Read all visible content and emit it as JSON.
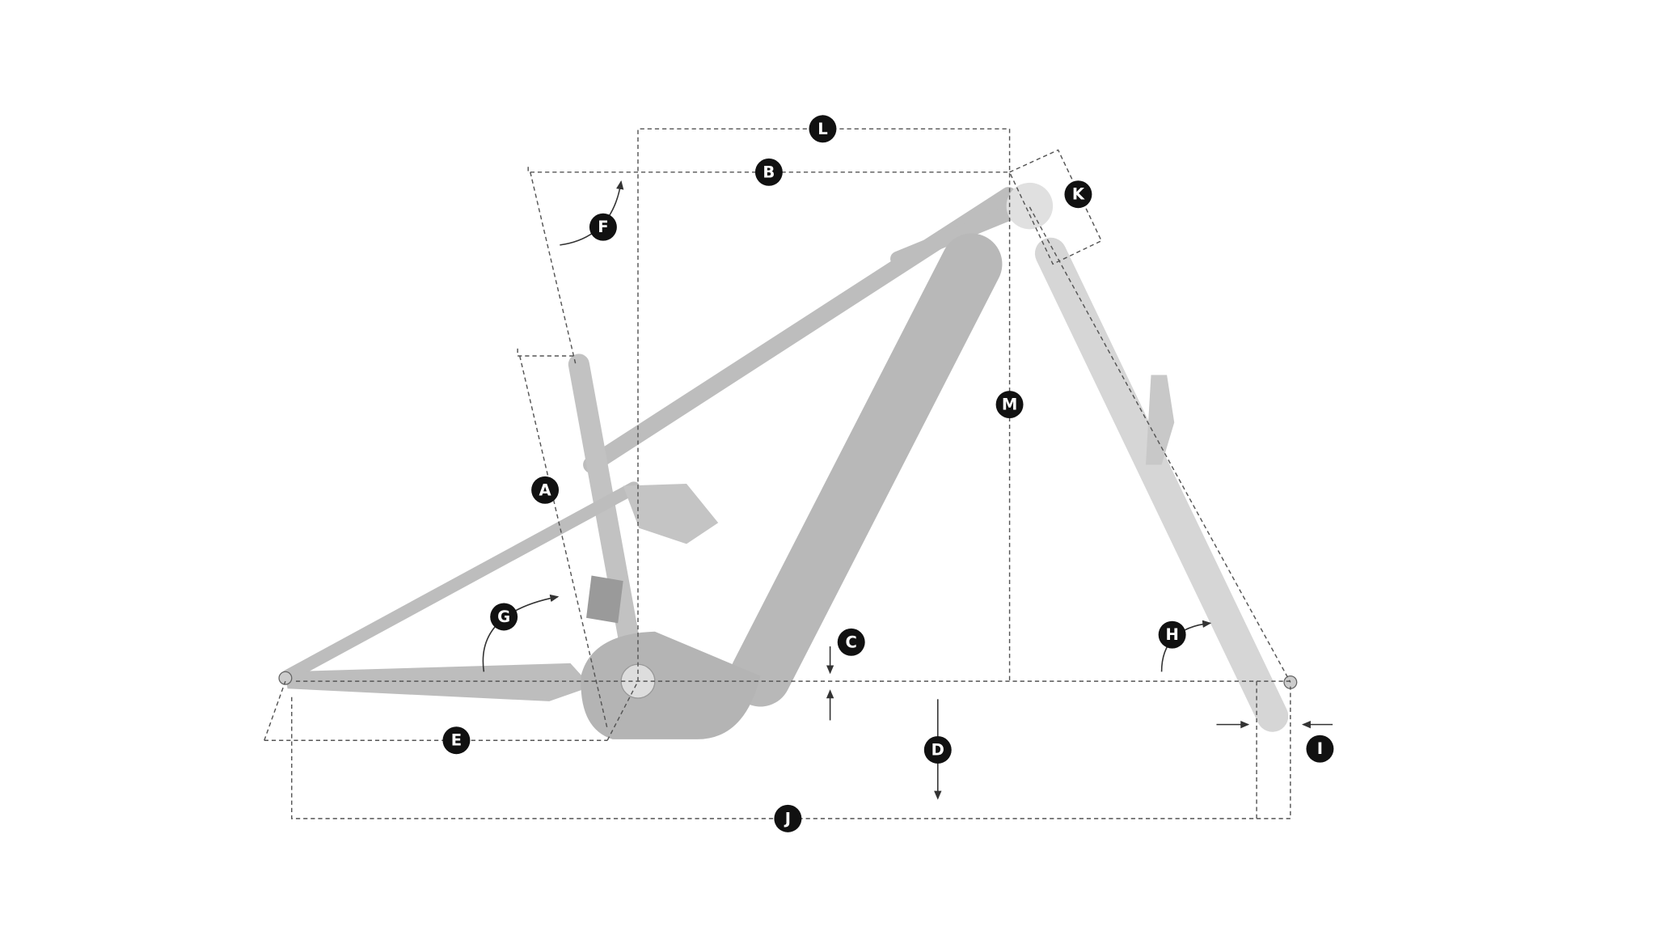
{
  "diagram": {
    "title": "Bike frame geometry",
    "labels": {
      "A": "A",
      "B": "B",
      "C": "C",
      "D": "D",
      "E": "E",
      "F": "F",
      "G": "G",
      "H": "H",
      "I": "I",
      "J": "J",
      "K": "K",
      "L": "L",
      "M": "M"
    }
  }
}
